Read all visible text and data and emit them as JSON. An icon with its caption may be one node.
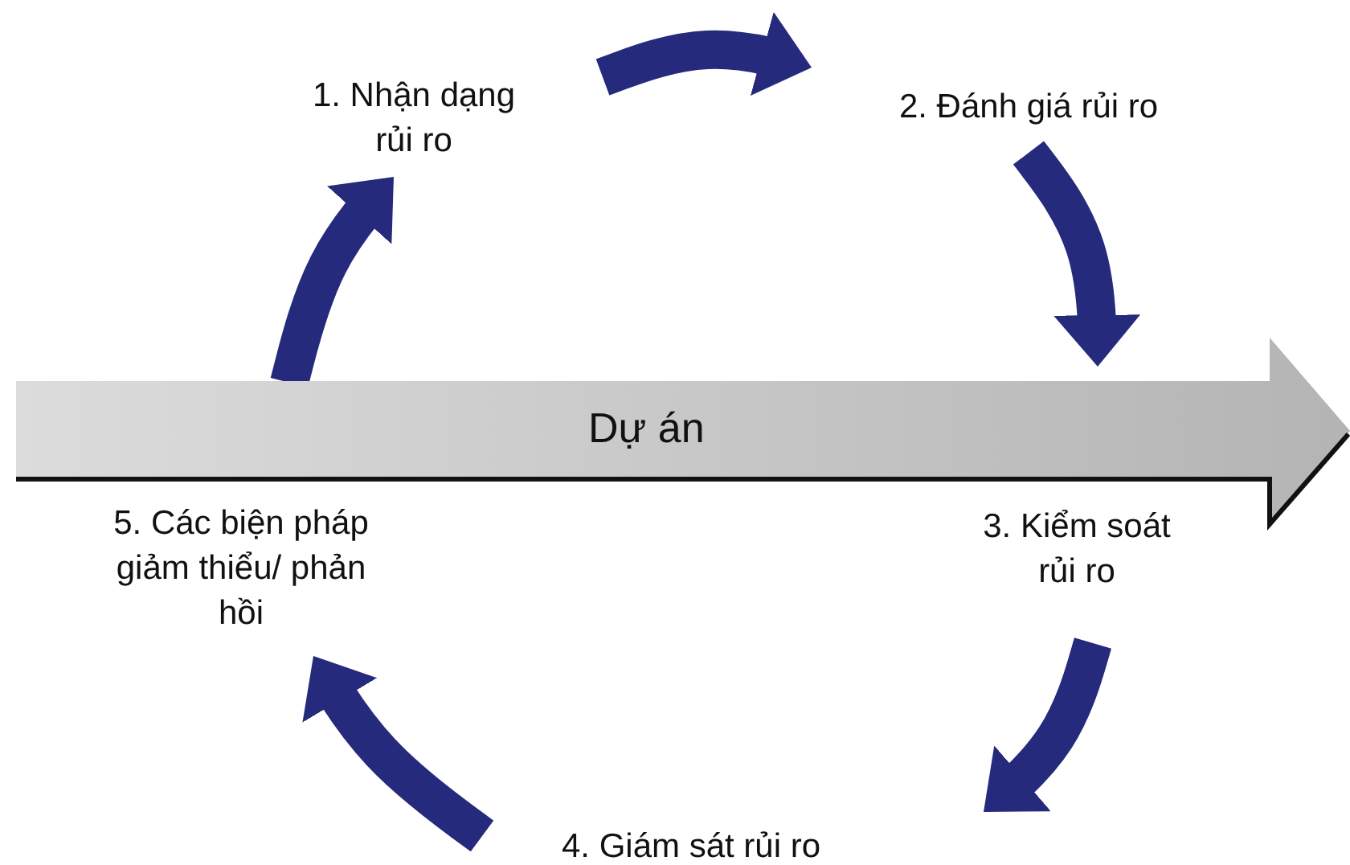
{
  "diagram": {
    "nodes": [
      {
        "text": [
          "1. Nhận dạng rủi ro"
        ]
      },
      {
        "text": [
          "2. Đánh giá rủi ro"
        ]
      },
      {
        "text": [
          "3. Kiểm soát rủi ro"
        ]
      },
      {
        "text": [
          "4. Giám sát rủi ro"
        ]
      },
      {
        "text": [
          "5. Các biện pháp giảm thiểu/ phản hồi"
        ]
      },
      {
        "text": [
          "Dự án"
        ]
      }
    ],
    "edges": [
      {
        "from": 0,
        "to": 1,
        "arrow": "to"
      },
      {
        "from": 1,
        "to": 2,
        "arrow": "to"
      },
      {
        "from": 2,
        "to": 3,
        "arrow": "to"
      },
      {
        "from": 3,
        "to": 4,
        "arrow": "to"
      },
      {
        "from": 5,
        "to": 0,
        "arrow": "to"
      }
    ]
  }
}
